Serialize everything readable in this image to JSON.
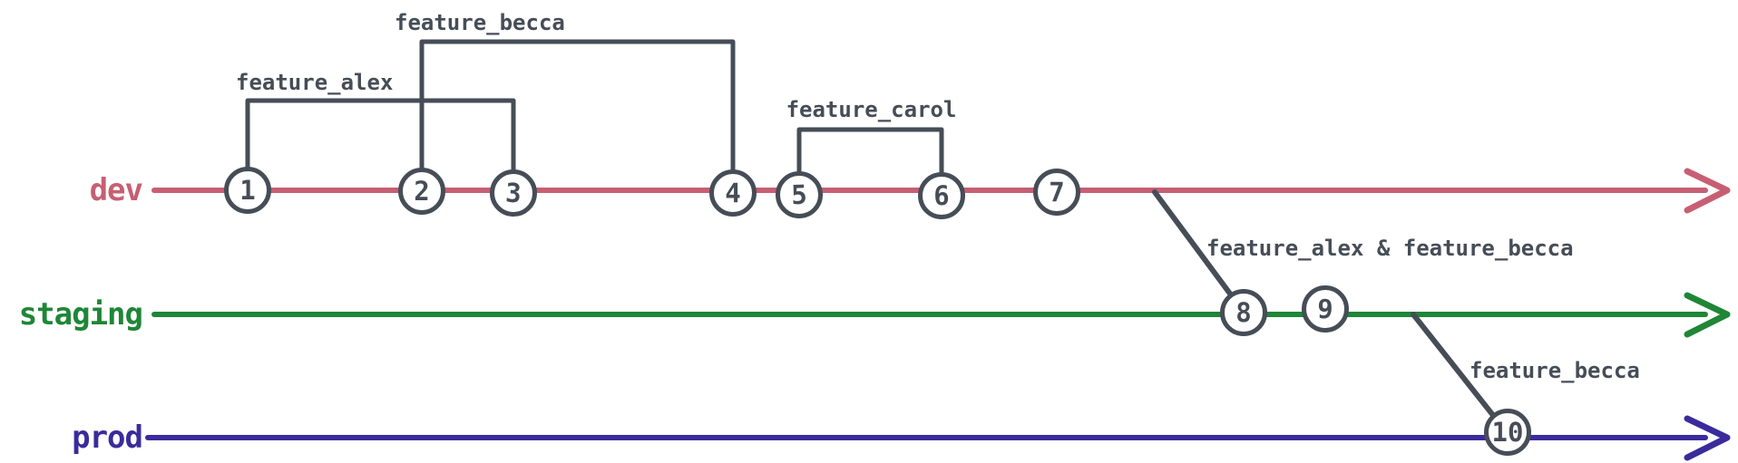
{
  "branches": [
    {
      "name": "dev",
      "color": "#c75f73"
    },
    {
      "name": "staging",
      "color": "#1f8637"
    },
    {
      "name": "prod",
      "color": "#3a2b9d"
    }
  ],
  "commits": [
    {
      "label": "1",
      "branch": "dev"
    },
    {
      "label": "2",
      "branch": "dev"
    },
    {
      "label": "3",
      "branch": "dev"
    },
    {
      "label": "4",
      "branch": "dev"
    },
    {
      "label": "5",
      "branch": "dev"
    },
    {
      "label": "6",
      "branch": "dev"
    },
    {
      "label": "7",
      "branch": "dev"
    },
    {
      "label": "8",
      "branch": "staging"
    },
    {
      "label": "9",
      "branch": "staging"
    },
    {
      "label": "10",
      "branch": "prod"
    }
  ],
  "feature_brackets": [
    {
      "label": "feature_alex",
      "branch": "dev",
      "spans_commits": [
        "1",
        "3"
      ]
    },
    {
      "label": "feature_becca",
      "branch": "dev",
      "spans_commits": [
        "2",
        "4"
      ]
    },
    {
      "label": "feature_carol",
      "branch": "dev",
      "spans_commits": [
        "5",
        "6"
      ]
    }
  ],
  "merges": [
    {
      "label": "feature_alex & feature_becca",
      "from": "dev",
      "to": "staging",
      "at_commit": "8"
    },
    {
      "label": "feature_becca",
      "from": "staging",
      "to": "prod",
      "at_commit": "10"
    }
  ],
  "colors": {
    "stroke_dark": "#464d57",
    "background": "#ffffff"
  }
}
